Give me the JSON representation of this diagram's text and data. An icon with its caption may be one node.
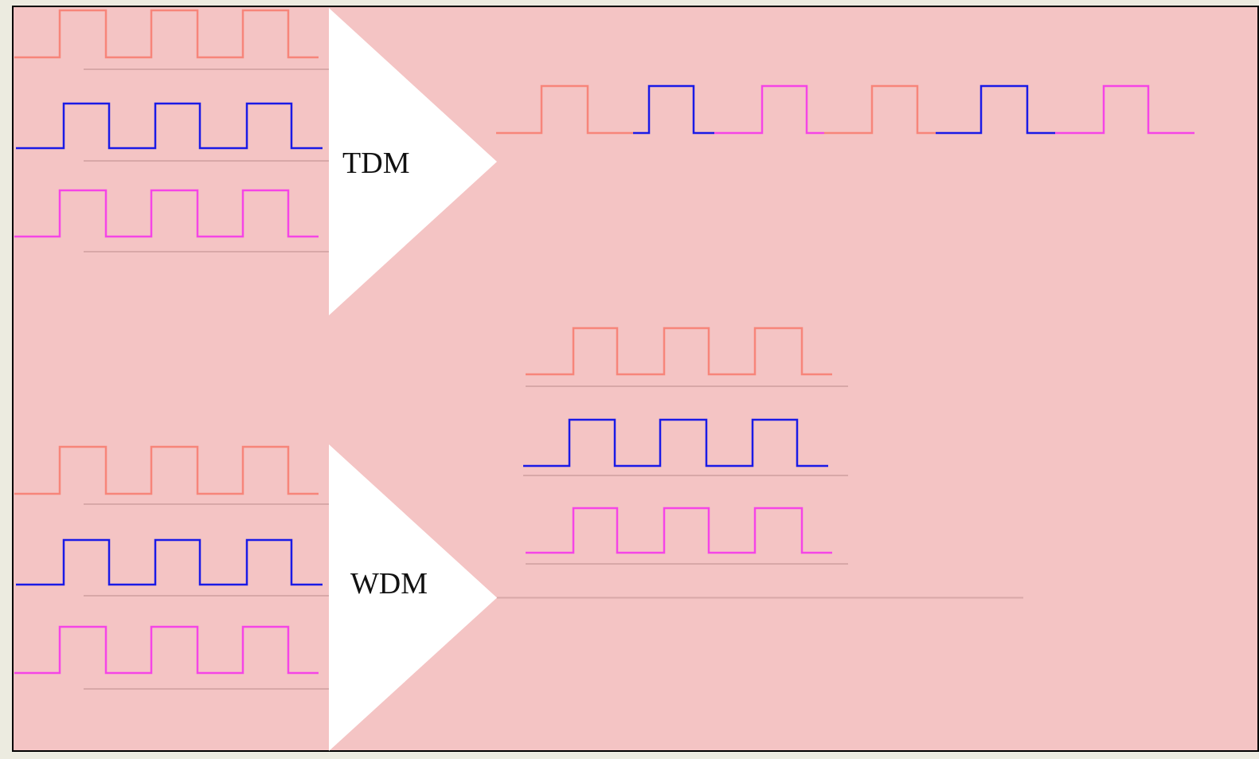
{
  "diagram": {
    "nodes": [
      {
        "text": [
          "TDM"
        ]
      },
      {
        "text": [
          "WDM"
        ]
      }
    ],
    "edges": [
      {
        "from": null,
        "to": 0,
        "arrow": "none"
      },
      {
        "from": null,
        "to": 0,
        "arrow": "none"
      },
      {
        "from": null,
        "to": 0,
        "arrow": "none"
      },
      {
        "from": null,
        "to": 1,
        "arrow": "none"
      },
      {
        "from": null,
        "to": 1,
        "arrow": "none"
      },
      {
        "from": null,
        "to": 1,
        "arrow": "none"
      },
      {
        "from": 1,
        "to": null,
        "arrow": "none"
      }
    ]
  }
}
